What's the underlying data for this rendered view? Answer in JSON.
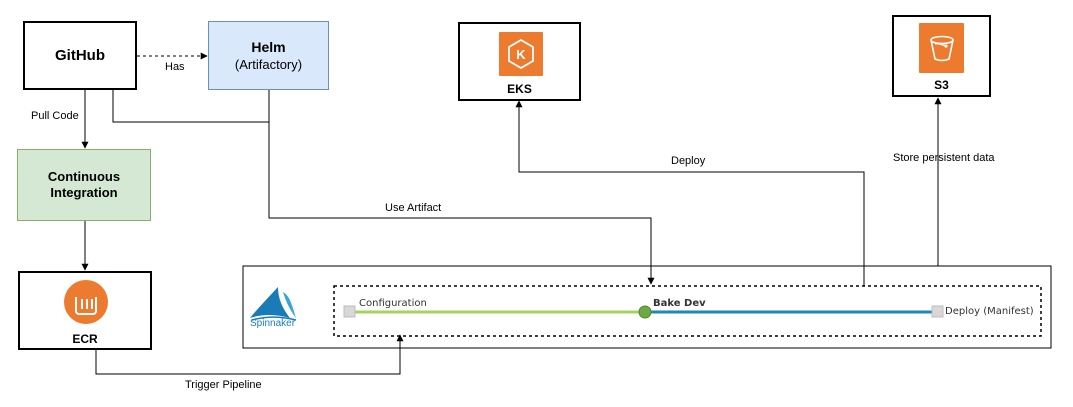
{
  "nodes": {
    "github": "GitHub",
    "helm_title": "Helm",
    "helm_sub": "(Artifactory)",
    "ci": "Continuous\nIntegration",
    "ecr": "ECR",
    "eks": "EKS",
    "s3": "S3",
    "spinnaker_logo": "Spinnaker"
  },
  "edges": {
    "has": "Has",
    "pull_code": "Pull Code",
    "use_artifact": "Use Artifact",
    "deploy": "Deploy",
    "store": "Store persistent data",
    "trigger": "Trigger Pipeline"
  },
  "pipeline": {
    "stage1": "Configuration",
    "stage2": "Bake Dev",
    "stage3": "Deploy (Manifest)"
  },
  "colors": {
    "helm_fill": "#dae8fc",
    "helm_border": "#6c8ebf",
    "ci_fill": "#d5e8d4",
    "ci_border": "#82b366",
    "aws_orange": "#ed7b2f",
    "stage_green": "#a5d45e",
    "stage_blue": "#1e8ab4",
    "bake_dot": "#6fa843"
  },
  "icons": [
    "eks-icon",
    "s3-bucket-icon",
    "ecr-icon",
    "spinnaker-sail-icon"
  ]
}
